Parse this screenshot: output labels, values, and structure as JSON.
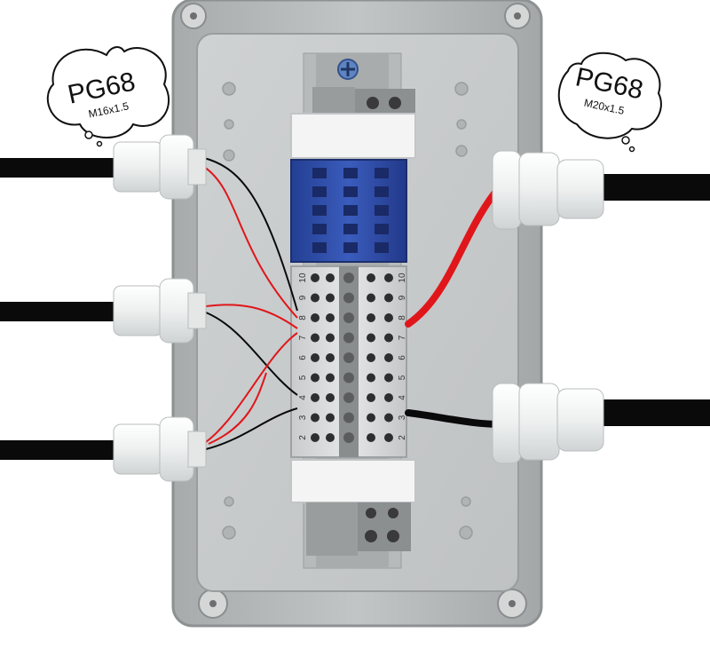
{
  "labels": {
    "left_bubble": {
      "title": "PG68",
      "subtitle": "M16x1.5"
    },
    "right_bubble": {
      "title": "PG68",
      "subtitle": "M20x1.5"
    }
  },
  "terminal_numbers": [
    "10",
    "9",
    "8",
    "7",
    "6",
    "5",
    "4",
    "3",
    "2"
  ],
  "colors": {
    "enclosure": "#b9bcbd",
    "enclosure_inner": "#c9cccc",
    "terminal_blue": "#2f4fa8",
    "terminal_gray": "#d8dadb",
    "wire_red": "#e0161b",
    "cable_black": "#0a0a0a",
    "gland_white": "#f1f2f2"
  }
}
